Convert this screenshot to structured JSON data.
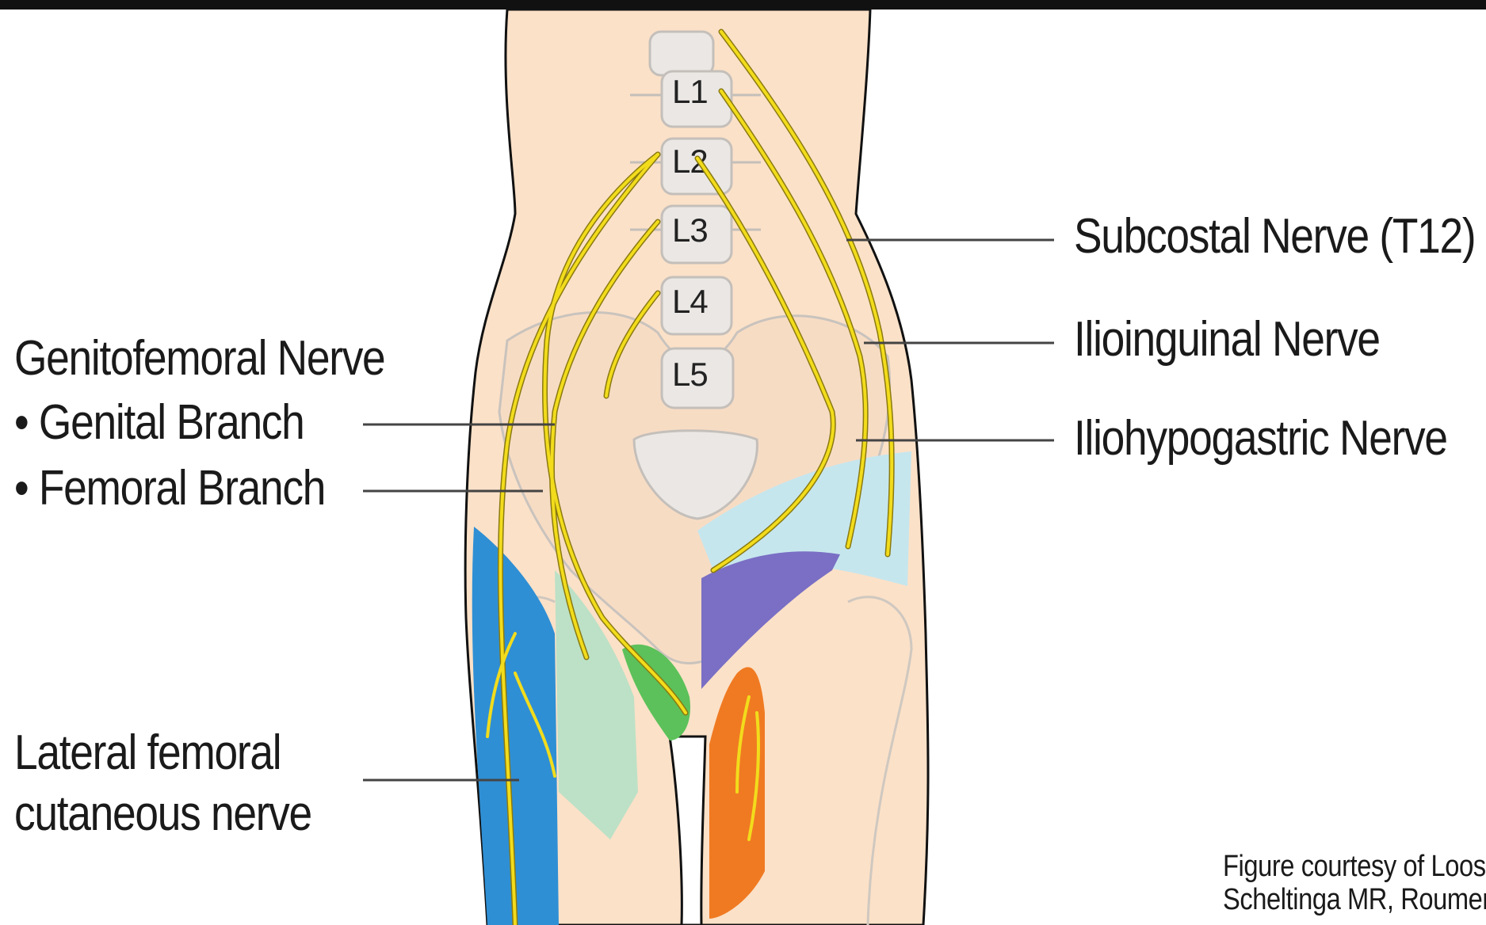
{
  "labels": {
    "subcostal": "Subcostal Nerve (T12)",
    "ilioinguinal": "Ilioinguinal Nerve",
    "iliohypogastric": "Iliohypogastric Nerve",
    "genitofemoral": "Genitofemoral Nerve",
    "genital_branch": "• Genital Branch",
    "femoral_branch": "• Femoral Branch",
    "lateral_femoral_1": "Lateral femoral",
    "lateral_femoral_2": "cutaneous nerve"
  },
  "vertebrae": [
    "L1",
    "L2",
    "L3",
    "L4",
    "L5"
  ],
  "credit": {
    "line1": "Figure courtesy of Loos",
    "line2": "Scheltinga MR, Roumen"
  },
  "colors": {
    "skin": "#fbe1c8",
    "bone": "#eae7e4",
    "nerve": "#f2dc1c",
    "nerve_outline": "#8a7a10",
    "lateral_femoral_region": "#2f8fd4",
    "genitofemoral_region": "#5cc15a",
    "femoral_region": "#b8e0c6",
    "ilioinguinal_region": "#c6e6ee",
    "iliohypogastric_region": "#7a6fc4",
    "genital_region": "#f07a22"
  }
}
